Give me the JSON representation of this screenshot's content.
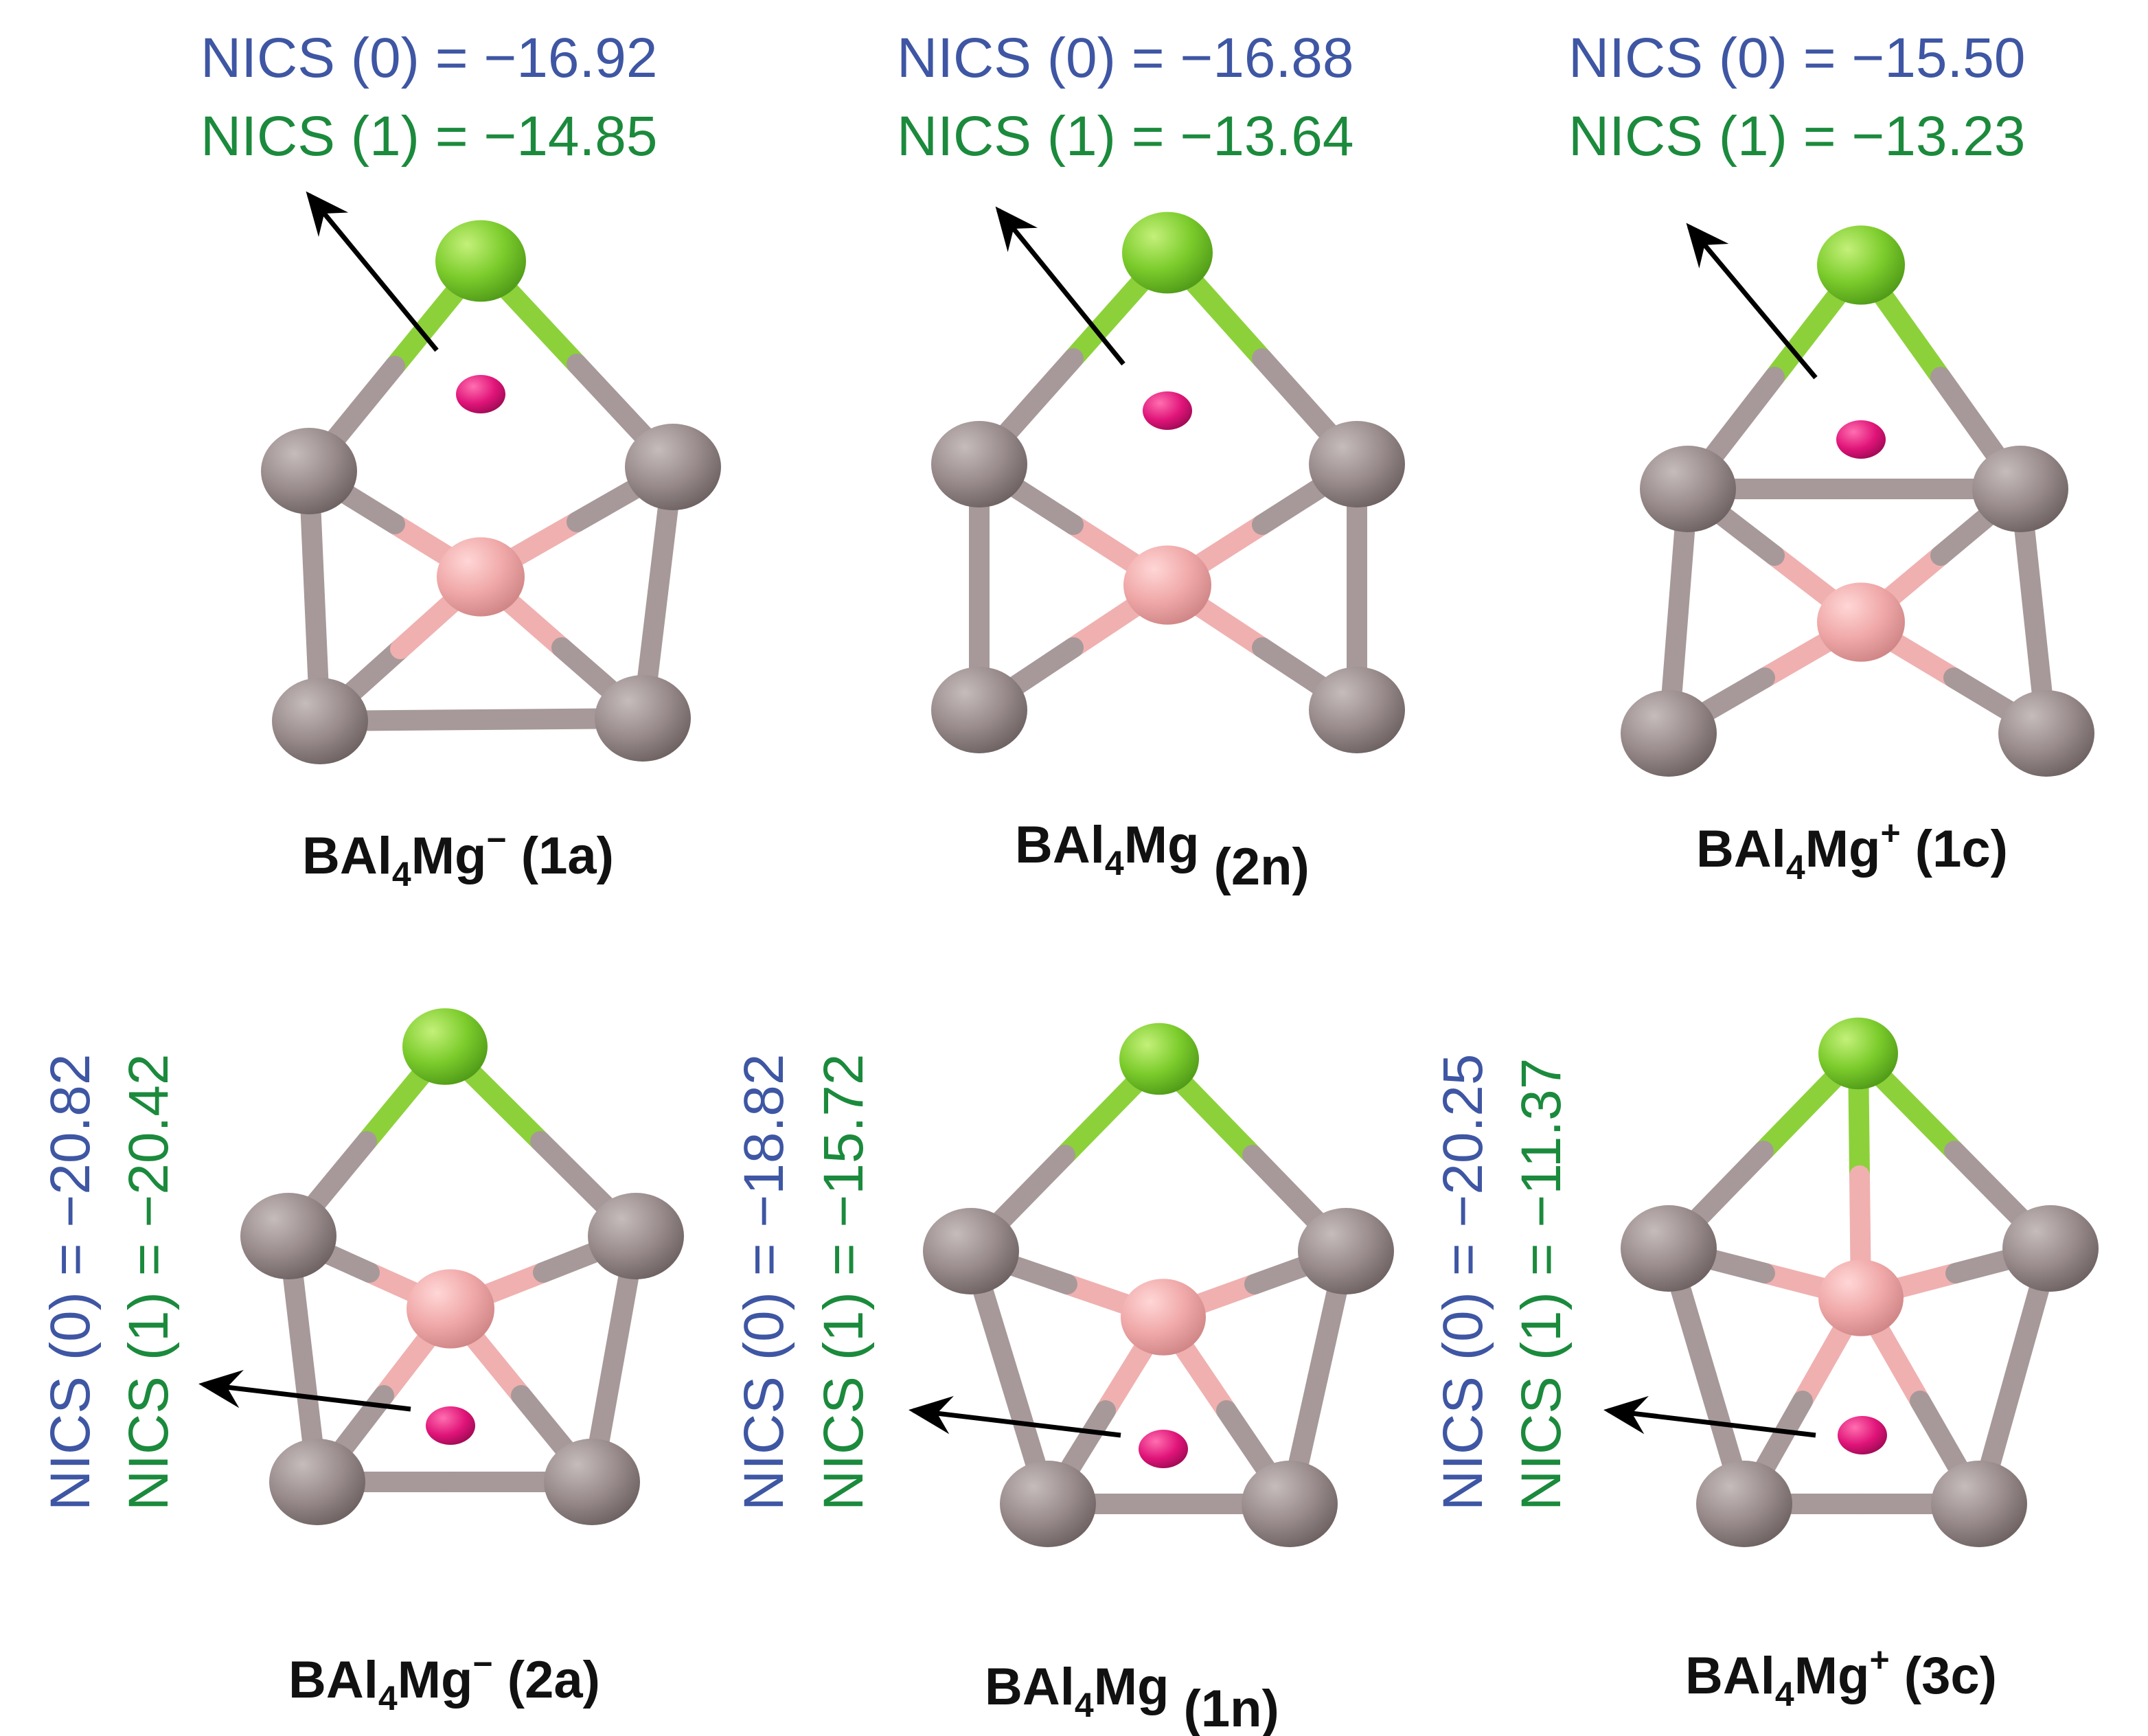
{
  "colors": {
    "nics0": "#3e56a3",
    "nics1": "#1b8a3c",
    "mg_atom": "#7ccc2c",
    "al_atom": "#9a8c8c",
    "b_atom": "#f0a8a8",
    "ring_center": "#e01479",
    "al_al_bond": "#a79999",
    "b_bond": "#f0b0b0",
    "mg_bond": "#8cd13a",
    "arrow": "#000000"
  },
  "top_row": [
    {
      "nics0": "NICS (0) = −16.92",
      "nics1": "NICS (1) = −14.85",
      "label": {
        "base": "BAl",
        "sub": "4",
        "mid": "Mg",
        "sup": "−",
        "tag": " (1a)"
      }
    },
    {
      "nics0": "NICS (0) = −16.88",
      "nics1": "NICS (1) = −13.64",
      "label": {
        "base": "BAl",
        "sub": "4",
        "mid": "Mg",
        "sup": "",
        "tag": " (2n)"
      }
    },
    {
      "nics0": "NICS (0) = −15.50",
      "nics1": "NICS (1) = −13.23",
      "label": {
        "base": "BAl",
        "sub": "4",
        "mid": "Mg",
        "sup": "+",
        "tag": " (1c)"
      }
    }
  ],
  "bottom_row": [
    {
      "nics0": "NICS (0) = −20.82",
      "nics1": "NICS (1) = −20.42",
      "label": {
        "base": "BAl",
        "sub": "4",
        "mid": "Mg",
        "sup": "−",
        "tag": " (2a)"
      }
    },
    {
      "nics0": "NICS (0) = −18.82",
      "nics1": "NICS (1) = −15.72",
      "label": {
        "base": "BAl",
        "sub": "4",
        "mid": "Mg",
        "sup": "",
        "tag": " (1n)"
      }
    },
    {
      "nics0": "NICS (0) = −20.25",
      "nics1": "NICS (1) = −11.37",
      "label": {
        "base": "BAl",
        "sub": "4",
        "mid": "Mg",
        "sup": "+",
        "tag": " (3c)"
      }
    }
  ]
}
